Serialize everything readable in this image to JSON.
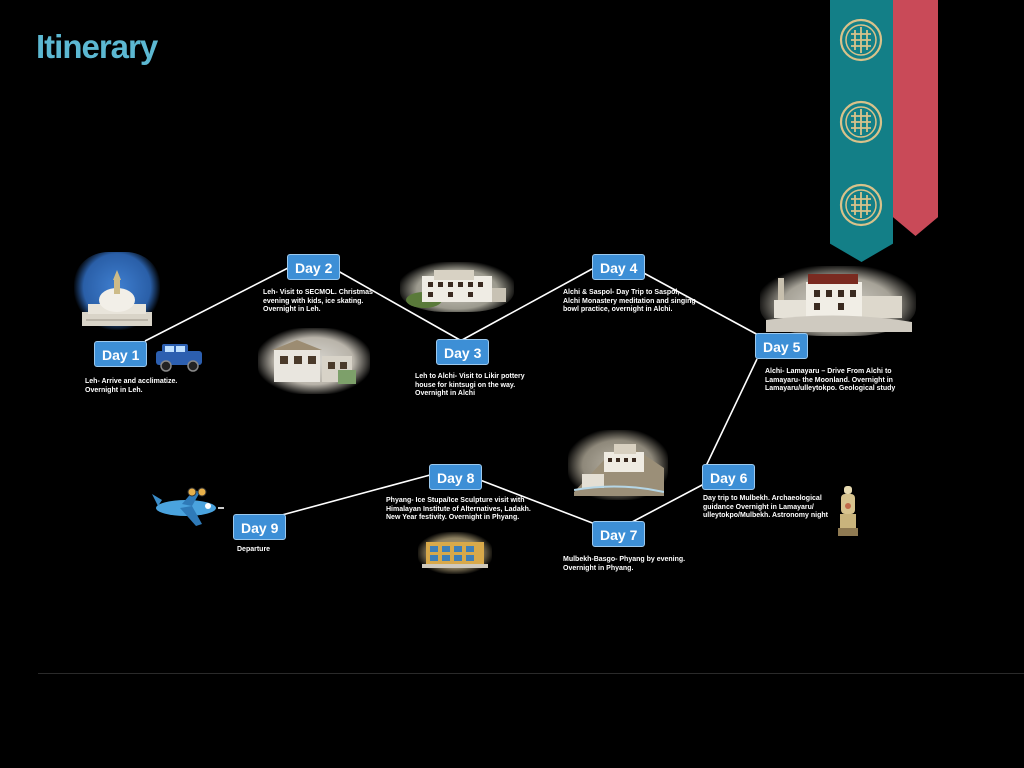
{
  "page": {
    "title": "Itinerary"
  },
  "days": [
    {
      "label": "Day 1",
      "desc": "Leh- Arrive and acclimatize.\nOvernight in Leh."
    },
    {
      "label": "Day 2",
      "desc": "Leh- Visit to SECMOL. Christmas\nevening with kids, ice skating.\nOvernight in Leh."
    },
    {
      "label": "Day 3",
      "desc": "Leh to Alchi- Visit to Likir pottery\nhouse for kintsugi on the way.\nOvernight in Alchi"
    },
    {
      "label": "Day 4",
      "desc": "Alchi & Saspol- Day Trip to Saspol,\nAlchi Monastery meditation and singing\nbowl practice, overnight in Alchi."
    },
    {
      "label": "Day 5",
      "desc": "Alchi- Lamayaru – Drive From Alchi to\nLamayaru- the Moonland. Overnight in\nLamayaru/ulleytokpo.  Geological study"
    },
    {
      "label": "Day 6",
      "desc": "Day trip to Mulbekh. Archaeological\nguidance Overnight in Lamayaru/\nulleytokpo/Mulbekh. Astronomy night"
    },
    {
      "label": "Day 7",
      "desc": "Mulbekh-Basgo- Phyang  by evening.\nOvernight in Phyang."
    },
    {
      "label": "Day 8",
      "desc": "Phyang- Ice Stupa/Ice Sculpture visit with\nHimalayan Institute of Alternatives, Ladakh.\nNew Year festivity. Overnight in Phyang."
    },
    {
      "label": "Day 9",
      "desc": "Departure"
    }
  ],
  "icons": {
    "ribbon": "endless-knot-icon",
    "vehicle": "jeep-icon",
    "departure": "airplane-icon"
  },
  "colors": {
    "title": "#5cb8d2",
    "day_badge": "#3d8fd6",
    "ribbon_teal": "#137f87",
    "ribbon_red": "#c94a58",
    "knot": "#d9c28a"
  }
}
